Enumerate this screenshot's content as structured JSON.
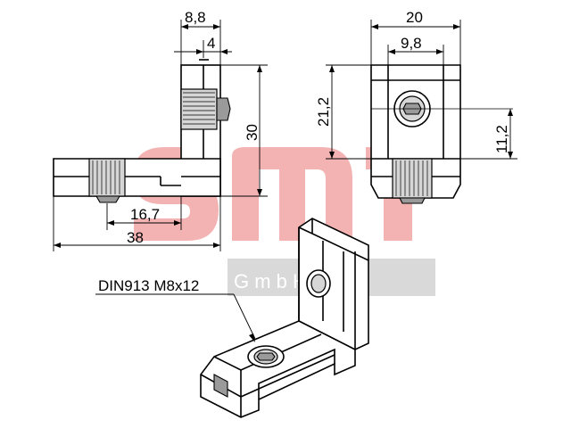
{
  "watermark": {
    "brand": "smt",
    "company": "G m b H",
    "color_logo": "#f3b3b3",
    "color_band": "#d9d9d9"
  },
  "dimensions": {
    "width_top": "8,8",
    "width_thread": "4",
    "height_side": "30",
    "length_offset": "16,7",
    "length_total": "38",
    "front_width": "20",
    "front_inner": "9,8",
    "front_height": "21,2",
    "front_hole_height": "11,2"
  },
  "callout": {
    "screw_spec": "DIN913 M8x12"
  }
}
